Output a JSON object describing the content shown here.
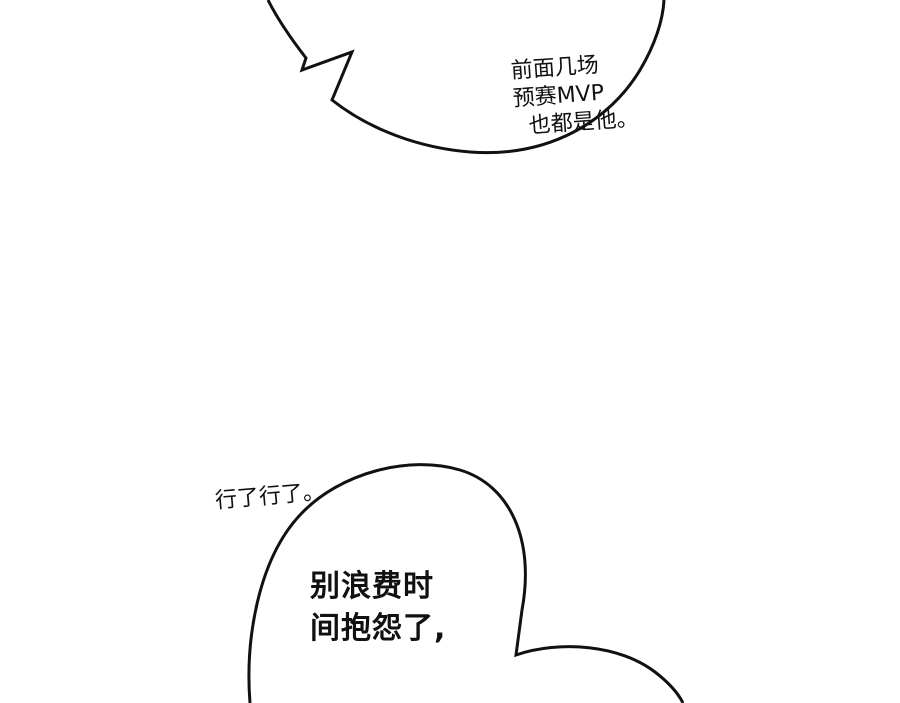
{
  "panel": {
    "bubble_top_caption": {
      "lines": [
        "前面几场",
        "预赛MVP",
        "也都是他。"
      ]
    },
    "bubble_bottom_caption": {
      "lines": [
        "行了行了。"
      ]
    },
    "bubble_bottom_main": {
      "lines": [
        "别浪费时",
        "间抱怨了,"
      ]
    }
  },
  "colors": {
    "background": "#ffffff",
    "ink": "#111111"
  }
}
